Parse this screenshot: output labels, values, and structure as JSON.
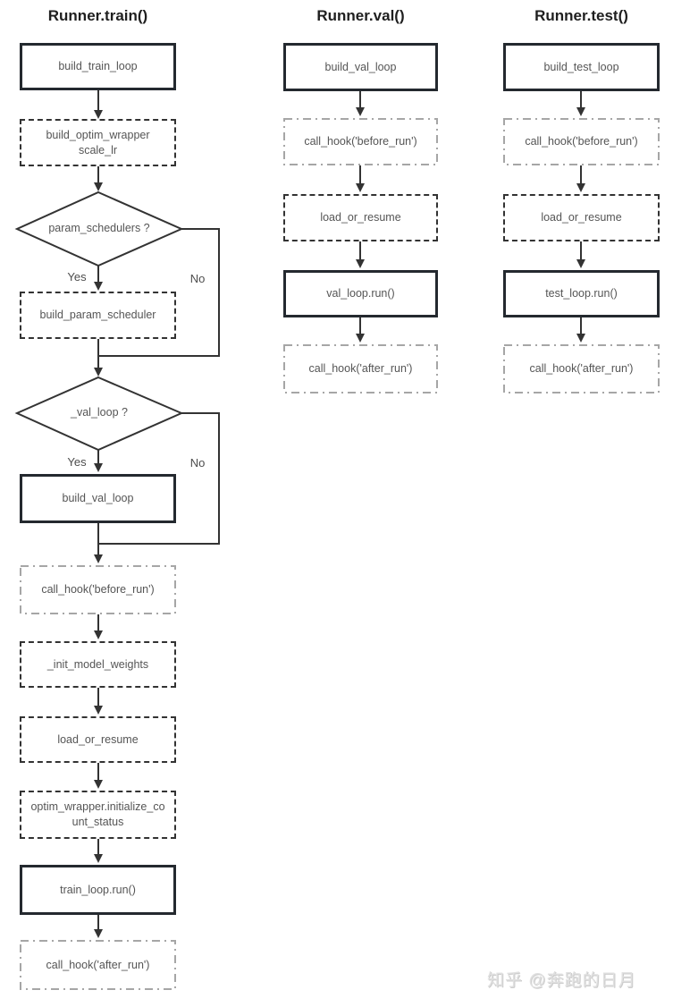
{
  "columns": [
    {
      "title": "Runner.train()",
      "branch_labels": {
        "yes": "Yes",
        "no": "No"
      },
      "nodes": [
        {
          "label": "build_train_loop",
          "kind": "solid"
        },
        {
          "label": "build_optim_wrapper scale_lr",
          "kind": "dashed"
        },
        {
          "label": "param_schedulers ?",
          "kind": "decision"
        },
        {
          "label": "build_param_scheduler",
          "kind": "dashed"
        },
        {
          "label": "_val_loop ?",
          "kind": "decision"
        },
        {
          "label": "build_val_loop",
          "kind": "solid"
        },
        {
          "label": "call_hook('before_run')",
          "kind": "dashdot"
        },
        {
          "label": "_init_model_weights",
          "kind": "dashed"
        },
        {
          "label": "load_or_resume",
          "kind": "dashed"
        },
        {
          "label": "optim_wrapper.initialize_count_status",
          "kind": "dashed"
        },
        {
          "label": "train_loop.run()",
          "kind": "solid"
        },
        {
          "label": "call_hook('after_run')",
          "kind": "dashdot"
        }
      ]
    },
    {
      "title": "Runner.val()",
      "nodes": [
        {
          "label": "build_val_loop",
          "kind": "solid"
        },
        {
          "label": "call_hook('before_run')",
          "kind": "dashdot"
        },
        {
          "label": "load_or_resume",
          "kind": "dashed"
        },
        {
          "label": "val_loop.run()",
          "kind": "solid"
        },
        {
          "label": "call_hook('after_run')",
          "kind": "dashdot"
        }
      ]
    },
    {
      "title": "Runner.test()",
      "nodes": [
        {
          "label": "build_test_loop",
          "kind": "solid"
        },
        {
          "label": "call_hook('before_run')",
          "kind": "dashdot"
        },
        {
          "label": "load_or_resume",
          "kind": "dashed"
        },
        {
          "label": "test_loop.run()",
          "kind": "solid"
        },
        {
          "label": "call_hook('after_run')",
          "kind": "dashdot"
        }
      ]
    }
  ],
  "watermark": {
    "text": "知乎 @奔跑的日月"
  },
  "colors": {
    "solid_border": "#24292f",
    "dashed_border": "#333333",
    "dashdot_border": "#a6a6a6",
    "line": "#333333",
    "node_text": "#555555",
    "title_text": "#1f1f1f",
    "watermark_text": "#e0e0e0"
  }
}
